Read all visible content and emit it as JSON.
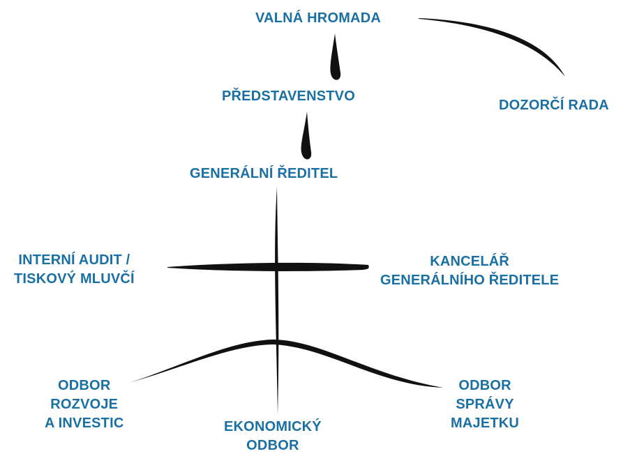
{
  "colors": {
    "text": "#1a6fa3",
    "stroke": "#111111"
  },
  "nodes": {
    "valna_hromada": {
      "lines": [
        "VALNÁ HROMADA"
      ]
    },
    "dozorci_rada": {
      "lines": [
        "DOZORČÍ RADA"
      ]
    },
    "predstavenstvo": {
      "lines": [
        "PŘEDSTAVENSTVO"
      ]
    },
    "generalni_reditel": {
      "lines": [
        "GENERÁLNÍ ŘEDITEL"
      ]
    },
    "interni_audit": {
      "lines": [
        "INTERNÍ AUDIT /",
        "TISKOVÝ MLUVČÍ"
      ]
    },
    "kancelar": {
      "lines": [
        "KANCELÁŘ",
        "GENERÁLNÍHO ŘEDITELE"
      ]
    },
    "odbor_rozvoje": {
      "lines": [
        "ODBOR",
        "ROZVOJE",
        "A INVESTIC"
      ]
    },
    "ekonomicky_odbor": {
      "lines": [
        "EKONOMICKÝ",
        "ODBOR"
      ]
    },
    "odbor_spravy": {
      "lines": [
        "ODBOR",
        "SPRÁVY",
        "MAJETKU"
      ]
    }
  }
}
